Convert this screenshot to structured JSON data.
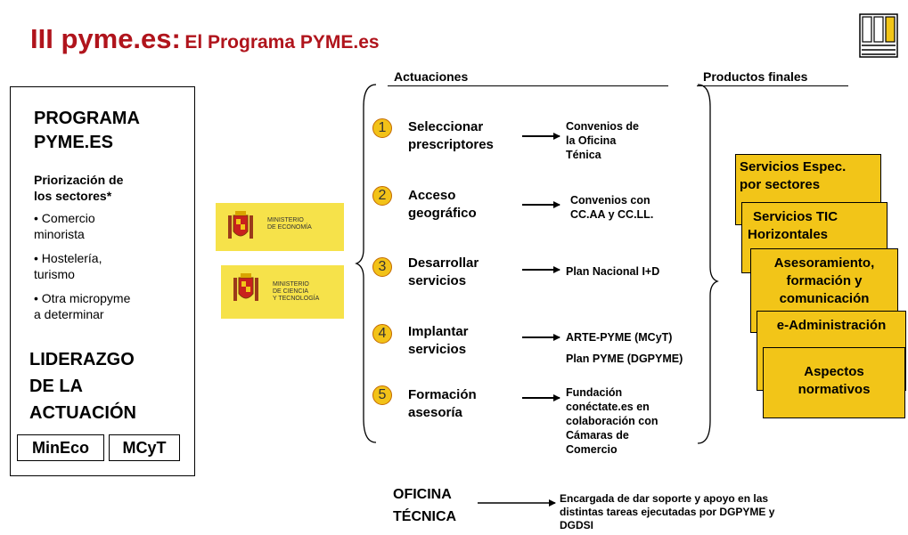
{
  "title": {
    "main": "III pyme.es:",
    "sub": "El Programa PYME.es"
  },
  "headers": {
    "actuaciones": "Actuaciones",
    "productos": "Productos finales"
  },
  "left_panel": {
    "programa_line1": "PROGRAMA",
    "programa_line2": "PYME.ES",
    "priorizacion_line1": "Priorización de",
    "priorizacion_line2": "los sectores*",
    "sectors": [
      {
        "line1": "• Comercio",
        "line2": "minorista"
      },
      {
        "line1": "• Hostelería,",
        "line2": "turismo"
      },
      {
        "line1": "• Otra micropyme",
        "line2": "a determinar"
      }
    ],
    "liderazgo_line1": "LIDERAZGO",
    "liderazgo_line2": "DE LA",
    "liderazgo_line3": "ACTUACIÓN",
    "boxes": [
      "MinEco",
      "MCyT"
    ]
  },
  "ministries": [
    {
      "line1": "MINISTERIO",
      "line2": "DE ECONOMÍA",
      "line3": ""
    },
    {
      "line1": "MINISTERIO",
      "line2": "DE CIENCIA",
      "line3": "Y TECNOLOGÍA"
    }
  ],
  "actions": [
    {
      "number": "1",
      "line1": "Seleccionar",
      "line2": "prescriptores",
      "result": [
        "Convenios de",
        "la Oficina",
        "Ténica"
      ]
    },
    {
      "number": "2",
      "line1": "Acceso",
      "line2": "geográfico",
      "result": [
        "Convenios con",
        "CC.AA y CC.LL."
      ]
    },
    {
      "number": "3",
      "line1": "Desarrollar",
      "line2": "servicios",
      "result": [
        "Plan Nacional I+D"
      ]
    },
    {
      "number": "4",
      "line1": "Implantar",
      "line2": "servicios",
      "result": [
        "ARTE-PYME (MCyT)",
        "Plan PYME (DGPYME)"
      ]
    },
    {
      "number": "5",
      "line1": "Formación",
      "line2": "asesoría",
      "result": [
        "Fundación",
        "conéctate.es en",
        "colaboración con",
        "Cámaras de",
        "Comercio"
      ]
    }
  ],
  "products": [
    {
      "line1": "Servicios Espec.",
      "line2": "por sectores"
    },
    {
      "line1": "Servicios TIC",
      "line2": "Horizontales"
    },
    {
      "line1": "Asesoramiento,",
      "line2": "formación y",
      "line3": "comunicación"
    },
    {
      "line1": "e-Administración",
      "line2": ""
    },
    {
      "line1": "Aspectos",
      "line2": "normativos"
    }
  ],
  "oficina": {
    "label_line1": "OFICINA",
    "label_line2": "TÉCNICA",
    "desc_line1": "Encargada de dar soporte y apoyo en las",
    "desc_line2": "distintas tareas ejecutadas por DGPYME y",
    "desc_line3": "DGDSI"
  },
  "colors": {
    "title": "#b0141c",
    "accent": "#f2c518",
    "ministry_bg": "#f6e24a"
  }
}
